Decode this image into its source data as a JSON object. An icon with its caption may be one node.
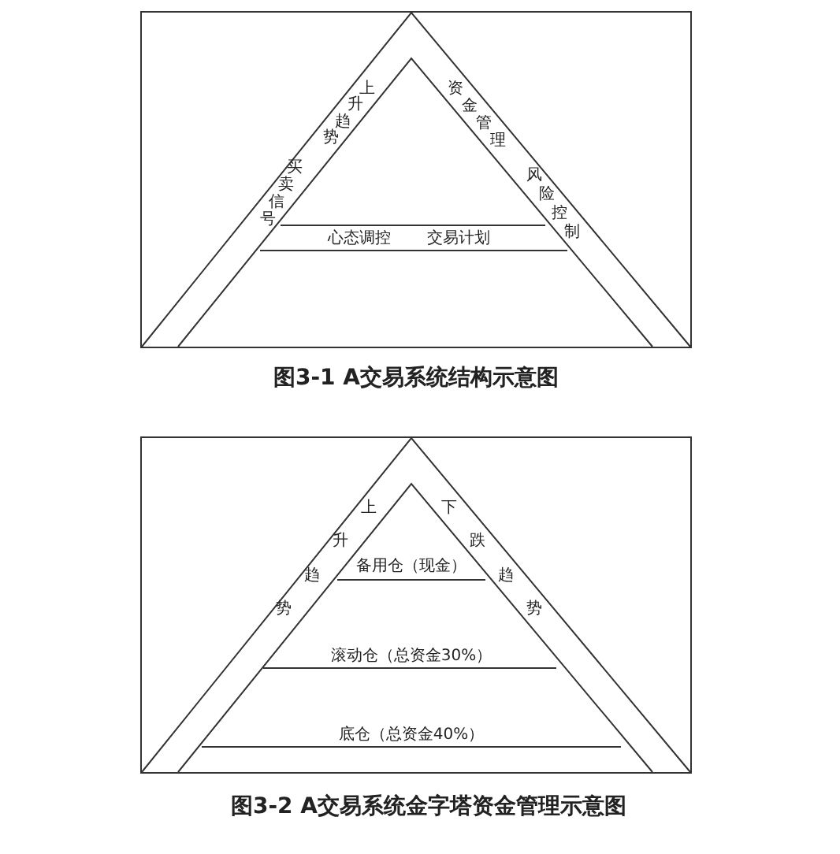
{
  "diagram": {
    "labels": [
      "上升趋势",
      "资金管理",
      "买卖信号",
      "风险控制",
      "心态调控",
      "交易计划",
      "图3-1 A交易系统结构示意图",
      "上升趋势",
      "下跌趋势",
      "备用仓（现金）",
      "滚动仓（总资金30%）",
      "底仓（总资金40%）",
      "图3-2 A交易系统金字塔资金管理示意图"
    ]
  }
}
